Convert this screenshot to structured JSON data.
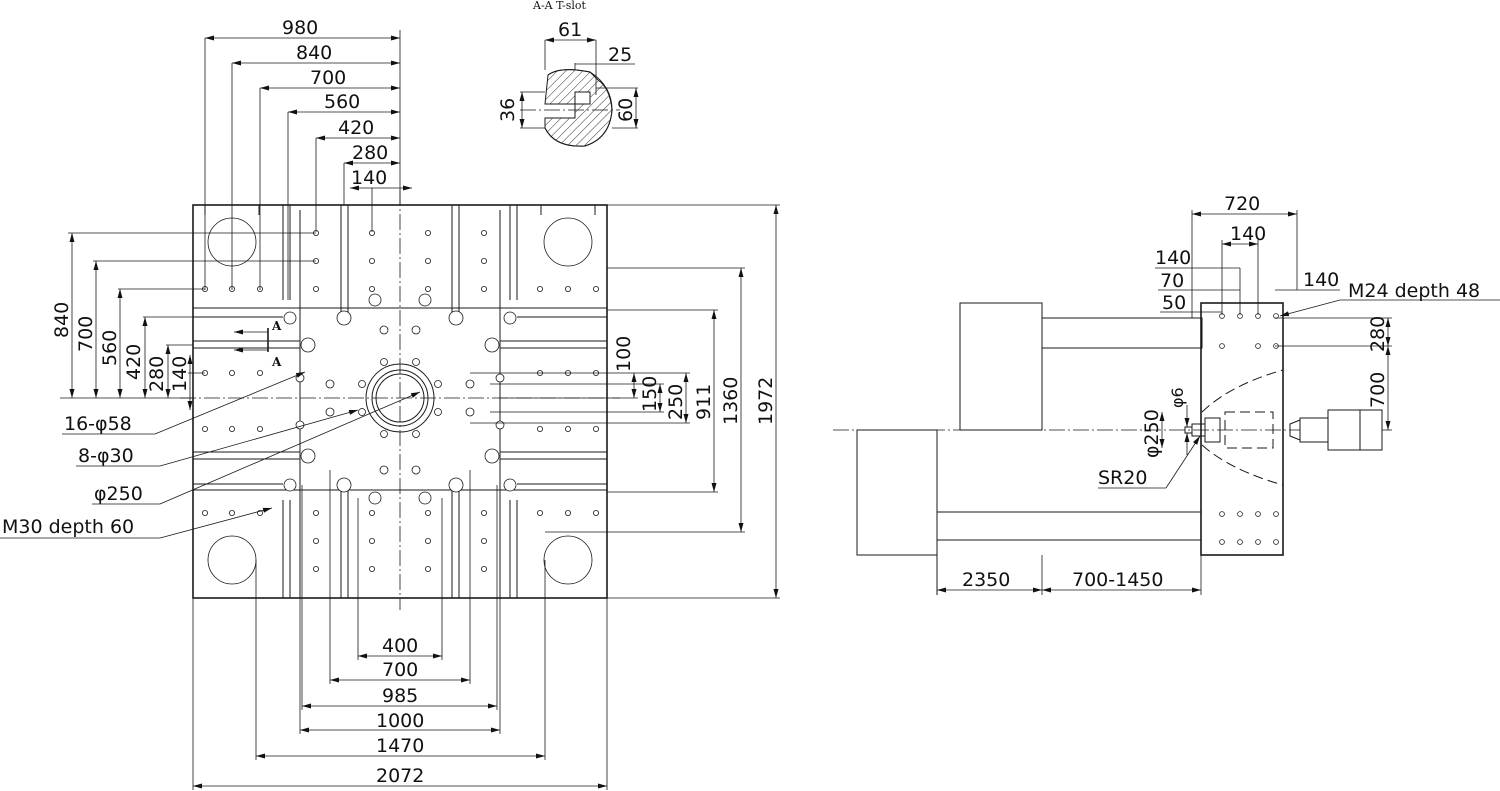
{
  "section": {
    "title": "A-A  T-slot",
    "w_top": "61",
    "w_neck": "25",
    "h_left": "36",
    "h_right": "60"
  },
  "platen_top_dims": [
    "980",
    "840",
    "700",
    "560",
    "420",
    "280",
    "140"
  ],
  "platen_left_dims": [
    "840",
    "700",
    "560",
    "420",
    "280",
    "140"
  ],
  "platen_bottom_dims": [
    "400",
    "700",
    "985",
    "1000",
    "1470",
    "2072"
  ],
  "platen_right_dims": {
    "d100": "100",
    "d150": "150",
    "d250": "250",
    "d911": "911",
    "d1360": "1360",
    "d1972": "1972"
  },
  "callouts": {
    "holes58": "16-φ58",
    "holes30": "8-φ30",
    "ring": "φ250",
    "thread": "M30 depth 60"
  },
  "section_mark": "A",
  "side_view": {
    "top_dims": {
      "d720": "720",
      "d140a": "140",
      "d140b": "140",
      "d70": "70",
      "d50": "50",
      "d140c": "140"
    },
    "thread": "M24 depth 48",
    "right_dims": {
      "d280": "280",
      "d700": "700"
    },
    "nozzle": {
      "phi6": "φ6",
      "phi250": "φ250",
      "sr": "SR20"
    },
    "bottom_dims": {
      "d2350": "2350",
      "stroke": "700-1450"
    }
  },
  "colors": {
    "line": "#1a1a1a",
    "background": "#ffffff"
  }
}
